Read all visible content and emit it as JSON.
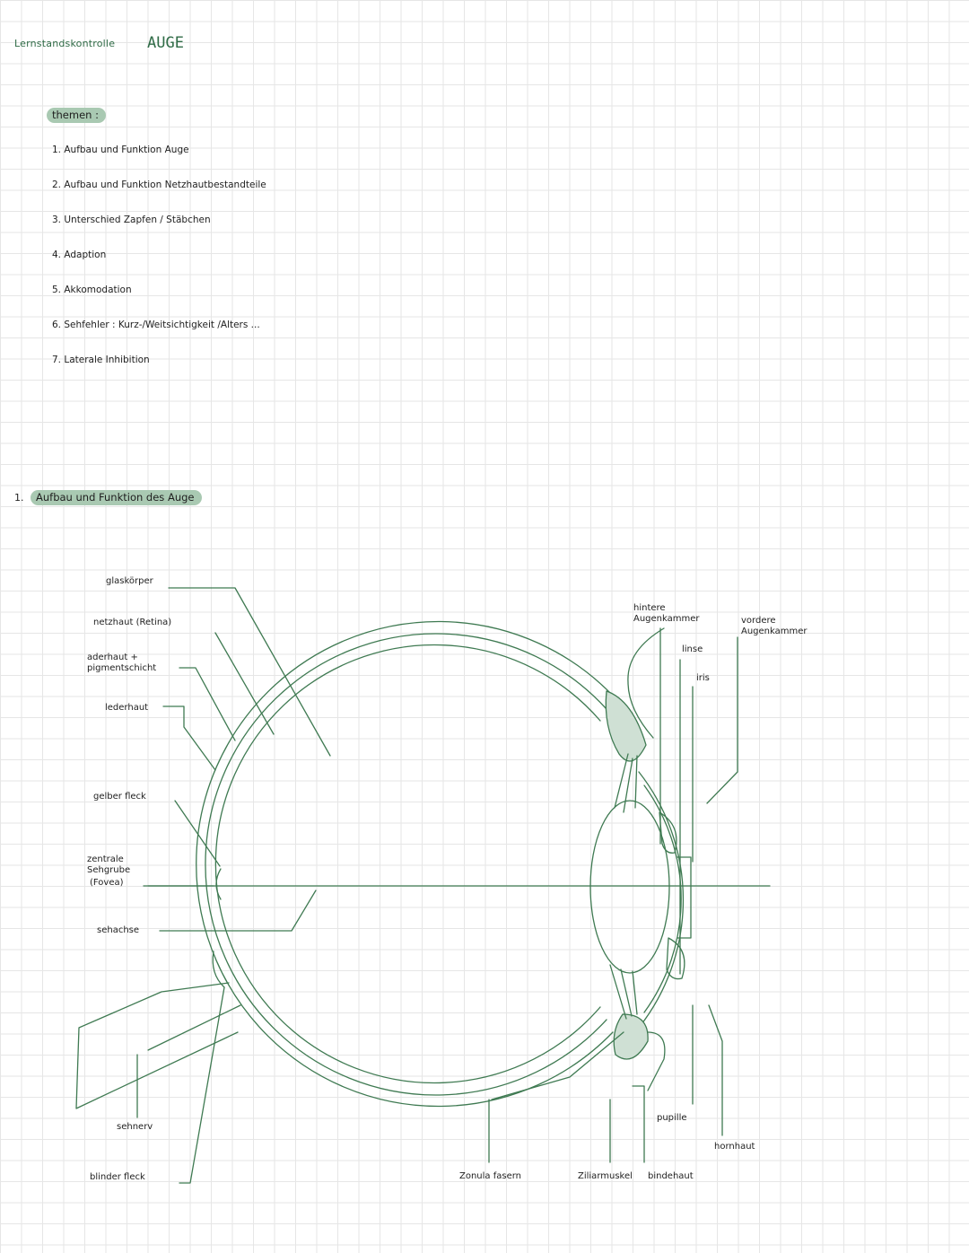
{
  "header": {
    "subtitle": "Lernstandskontrolle",
    "title": "AUGE"
  },
  "topics": {
    "heading": "themen :",
    "items": [
      "1. Aufbau und Funktion Auge",
      "2. Aufbau und Funktion Netzhautbestandteile",
      "3. Unterschied Zapfen / Stäbchen",
      "4. Adaption",
      "5. Akkomodation",
      "6. Sehfehler : Kurz-/Weitsichtigkeit /Alters ...",
      "7. Laterale Inhibition"
    ]
  },
  "section1": {
    "number": "1.",
    "title": "Aufbau und Funktion des Auge"
  },
  "diagram": {
    "stroke_color": "#3f7a52",
    "labels": {
      "glaskoerper": "glaskörper",
      "netzhaut": "netzhaut (Retina)",
      "aderhaut_1": "aderhaut +",
      "aderhaut_2": "pigmentschicht",
      "lederhaut": "lederhaut",
      "gelber_fleck": "gelber fleck",
      "sehgrube_1": "zentrale",
      "sehgrube_2": "Sehgrube",
      "sehgrube_3": "(Fovea)",
      "sehachse": "sehachse",
      "sehnerv": "sehnerv",
      "blinder_fleck": "blinder fleck",
      "hintere_1": "hintere",
      "hintere_2": "Augenkammer",
      "vordere_1": "vordere",
      "vordere_2": "Augenkammer",
      "linse": "linse",
      "iris": "iris",
      "pupille": "pupille",
      "hornhaut": "hornhaut",
      "zonula": "Zonula fasern",
      "ziliarmuskel": "Ziliarmuskel",
      "bindehaut": "bindehaut"
    }
  }
}
